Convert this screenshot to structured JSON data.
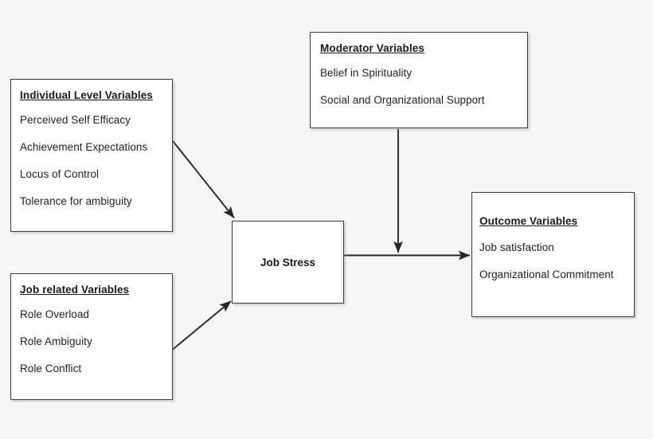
{
  "diagram": {
    "background_color": "#f6f6f6",
    "box_fill": "#ffffff",
    "border_color": "#3b3b3b",
    "text_color": "#222222",
    "boxes": {
      "individual": {
        "title": "Individual Level Variables",
        "items": [
          "Perceived Self Efficacy",
          "Achievement Expectations",
          "Locus of Control",
          "Tolerance for ambiguity"
        ]
      },
      "job_related": {
        "title": "Job related Variables",
        "items": [
          "Role Overload",
          "Role Ambiguity",
          "Role Conflict"
        ]
      },
      "moderator": {
        "title": "Moderator Variables",
        "items": [
          "Belief in Spirituality",
          "Social and Organizational Support"
        ]
      },
      "outcome": {
        "title": "Outcome Variables",
        "items": [
          "Job satisfaction",
          "Organizational Commitment"
        ]
      },
      "job_stress": {
        "label": "Job Stress"
      }
    },
    "arrows": [
      {
        "name": "individual-to-job-stress",
        "from": "Individual Level Variables",
        "to": "Job Stress",
        "direction": "down-right"
      },
      {
        "name": "job-related-to-job-stress",
        "from": "Job related Variables",
        "to": "Job Stress",
        "direction": "up-right"
      },
      {
        "name": "moderator-to-link",
        "from": "Moderator Variables",
        "to": "Job Stress to Outcome link",
        "direction": "down"
      },
      {
        "name": "job-stress-to-outcome",
        "from": "Job Stress",
        "to": "Outcome Variables",
        "direction": "right"
      }
    ]
  }
}
